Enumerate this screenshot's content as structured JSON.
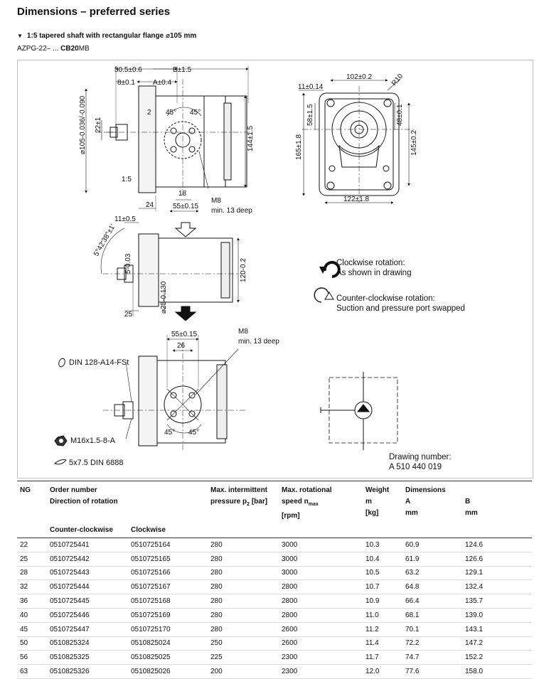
{
  "page": {
    "title": "Dimensions – preferred series",
    "subtitle": "1:5 tapered shaft with rectangular flange ⌀105 mm",
    "code_prefix": "AZPG-22– ... ",
    "code_bold": "CB20",
    "code_suffix": "MB"
  },
  "drawing": {
    "dims": {
      "d_50_5": "50.5±0.6",
      "d_b": "B±1.5",
      "d_8": "8±0.1",
      "d_a": "A±0.4",
      "d_22": "22±1",
      "d_105": "⌀105-0.036/-0.090",
      "d_2": "2",
      "d_45a": "45°",
      "d_45b": "45°",
      "d_144": "144±1.5",
      "d_taper": "1:5",
      "d_18": "18",
      "d_24": "24",
      "d_55a": "55±0.15",
      "m8_a": "M8",
      "m8_b": "min. 13 deep",
      "d_11_top": "11±0.14",
      "d_102": "102±0.2",
      "d_r10": "R10",
      "d_58": "58±1.5",
      "d_48": "48±0.1",
      "d_165": "165±1.8",
      "d_145": "145±0.2",
      "d_122": "122±1.8",
      "d_11_mid": "11±0.5",
      "d_angle": "5°42'38\"±1'",
      "d_5": "5-0.03",
      "d_120": "120-0.2",
      "d_25": "25",
      "d_25dia": "⌀25-0.130",
      "d_55b": "55±0.15",
      "d_26": "26",
      "m8_c": "M8",
      "m8_d": "min. 13 deep",
      "d_45c": "45°",
      "d_45d": "45°"
    },
    "rotation": {
      "cw_title": "Clockwise rotation:",
      "cw_desc": "As shown in drawing",
      "ccw_title": "Counter-clockwise rotation:",
      "ccw_desc": "Suction and pressure port swapped"
    },
    "notes": {
      "din_128": "DIN 128-A14-FSt",
      "m16": "M16x1.5-8-A",
      "din_6888": "5x7.5 DIN 6888"
    },
    "drawing_number_label": "Drawing number:",
    "drawing_number": "A 510 440 019"
  },
  "table": {
    "headers": {
      "ng": "NG",
      "order_number": "Order number",
      "direction": "Direction of rotation",
      "ccw": "Counter-clockwise",
      "cw": "Clockwise",
      "pressure_a": "Max. intermittent",
      "pressure_b": "pressure p",
      "pressure_sub": "2",
      "pressure_unit": " [bar]",
      "speed_a": "Max. rotational",
      "speed_b": "speed n",
      "speed_sub": "max",
      "speed_unit": "[rpm]",
      "weight_a": "Weight",
      "weight_b": "m",
      "weight_unit": "[kg]",
      "dimensions": "Dimensions",
      "dim_a": "A",
      "dim_a_unit": "mm",
      "dim_b": "B",
      "dim_b_unit": "mm"
    },
    "rows": [
      [
        "22",
        "0510725441",
        "0510725164",
        "280",
        "3000",
        "10.3",
        "60.9",
        "124.6"
      ],
      [
        "25",
        "0510725442",
        "0510725165",
        "280",
        "3000",
        "10.4",
        "61.9",
        "126.6"
      ],
      [
        "28",
        "0510725443",
        "0510725166",
        "280",
        "3000",
        "10.5",
        "63.2",
        "129.1"
      ],
      [
        "32",
        "0510725444",
        "0510725167",
        "280",
        "2800",
        "10.7",
        "64.8",
        "132.4"
      ],
      [
        "36",
        "0510725445",
        "0510725168",
        "280",
        "2800",
        "10.9",
        "66.4",
        "135.7"
      ],
      [
        "40",
        "0510725446",
        "0510725169",
        "280",
        "2800",
        "11.0",
        "68.1",
        "139.0"
      ],
      [
        "45",
        "0510725447",
        "0510725170",
        "280",
        "2600",
        "11.2",
        "70.1",
        "143.1"
      ],
      [
        "50",
        "0510825324",
        "0510825024",
        "250",
        "2600",
        "11.4",
        "72.2",
        "147.2"
      ],
      [
        "56",
        "0510825325",
        "0510825025",
        "225",
        "2300",
        "11.7",
        "74.7",
        "152.2"
      ],
      [
        "63",
        "0510825326",
        "0510825026",
        "200",
        "2300",
        "12.0",
        "77.6",
        "158.0"
      ]
    ]
  }
}
